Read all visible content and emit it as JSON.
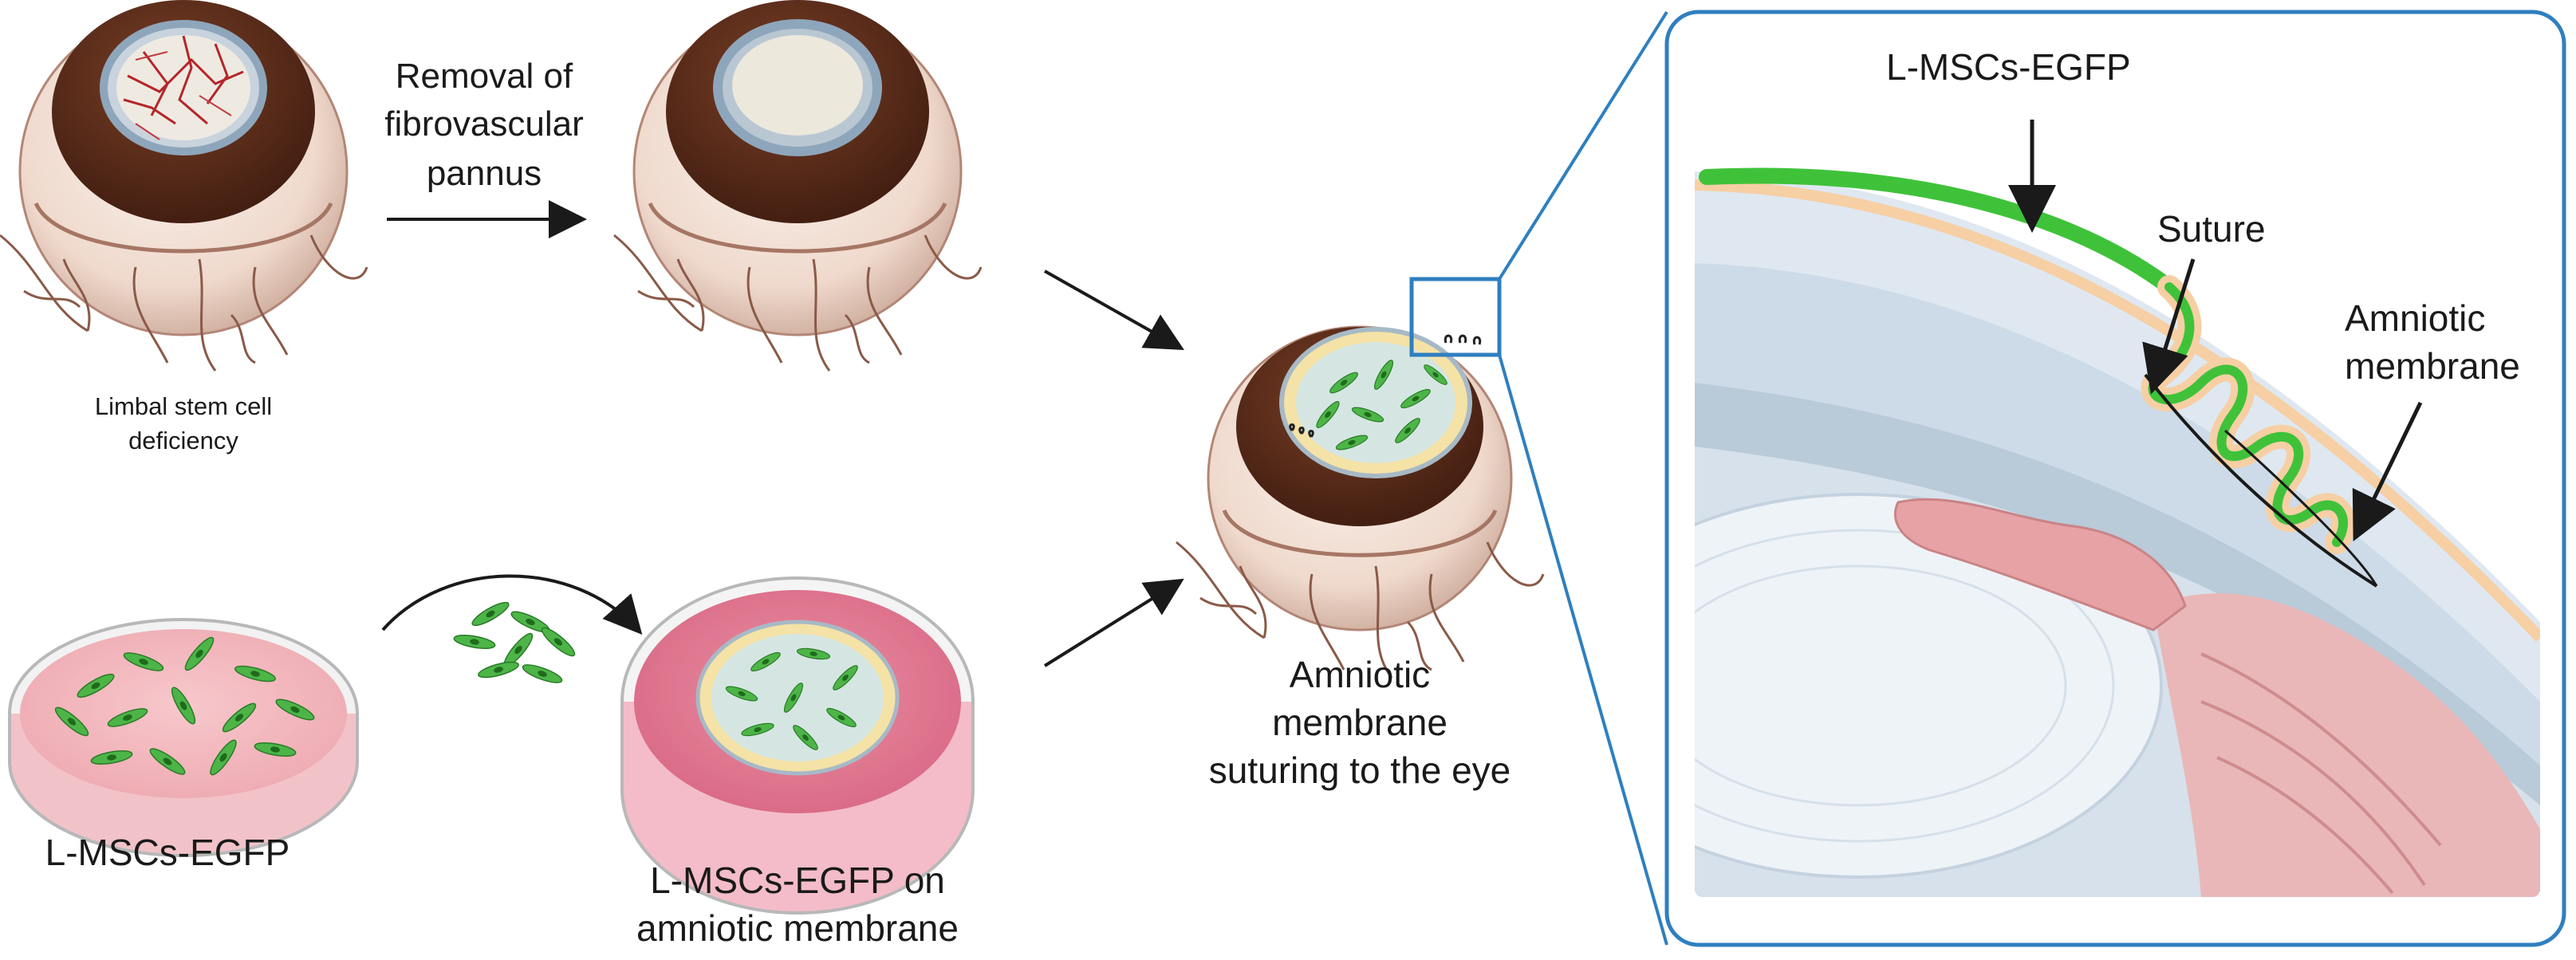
{
  "labels": {
    "limbal_deficiency": [
      "Limbal stem cell",
      "deficiency"
    ],
    "removal": [
      "Removal of",
      "fibrovascular",
      "pannus"
    ],
    "lmsc_dish": "L-MSCs-EGFP",
    "lmsc_on_membrane": [
      "L-MSCs-EGFP on",
      "amniotic membrane"
    ],
    "membrane_suturing": [
      "Amniotic",
      "membrane",
      "suturing to the eye"
    ]
  },
  "inset": {
    "cell_layer_label": "L-MSCs-EGFP",
    "suture_label": "Suture",
    "membrane_label": [
      "Amniotic",
      "membrane"
    ]
  },
  "colors": {
    "inset_border": "#2f7fbf",
    "cells_green": "#3fc23a",
    "dish_pink": "#f3b9bf",
    "dish_pink_dark": "#e27b93",
    "amniotic": "#f6cfa4",
    "iris_brown": "#5e2d1a",
    "sclera": "#f3e2d8",
    "cornea_blue": "#a9c2d6",
    "vessel_red": "#b4262a"
  }
}
